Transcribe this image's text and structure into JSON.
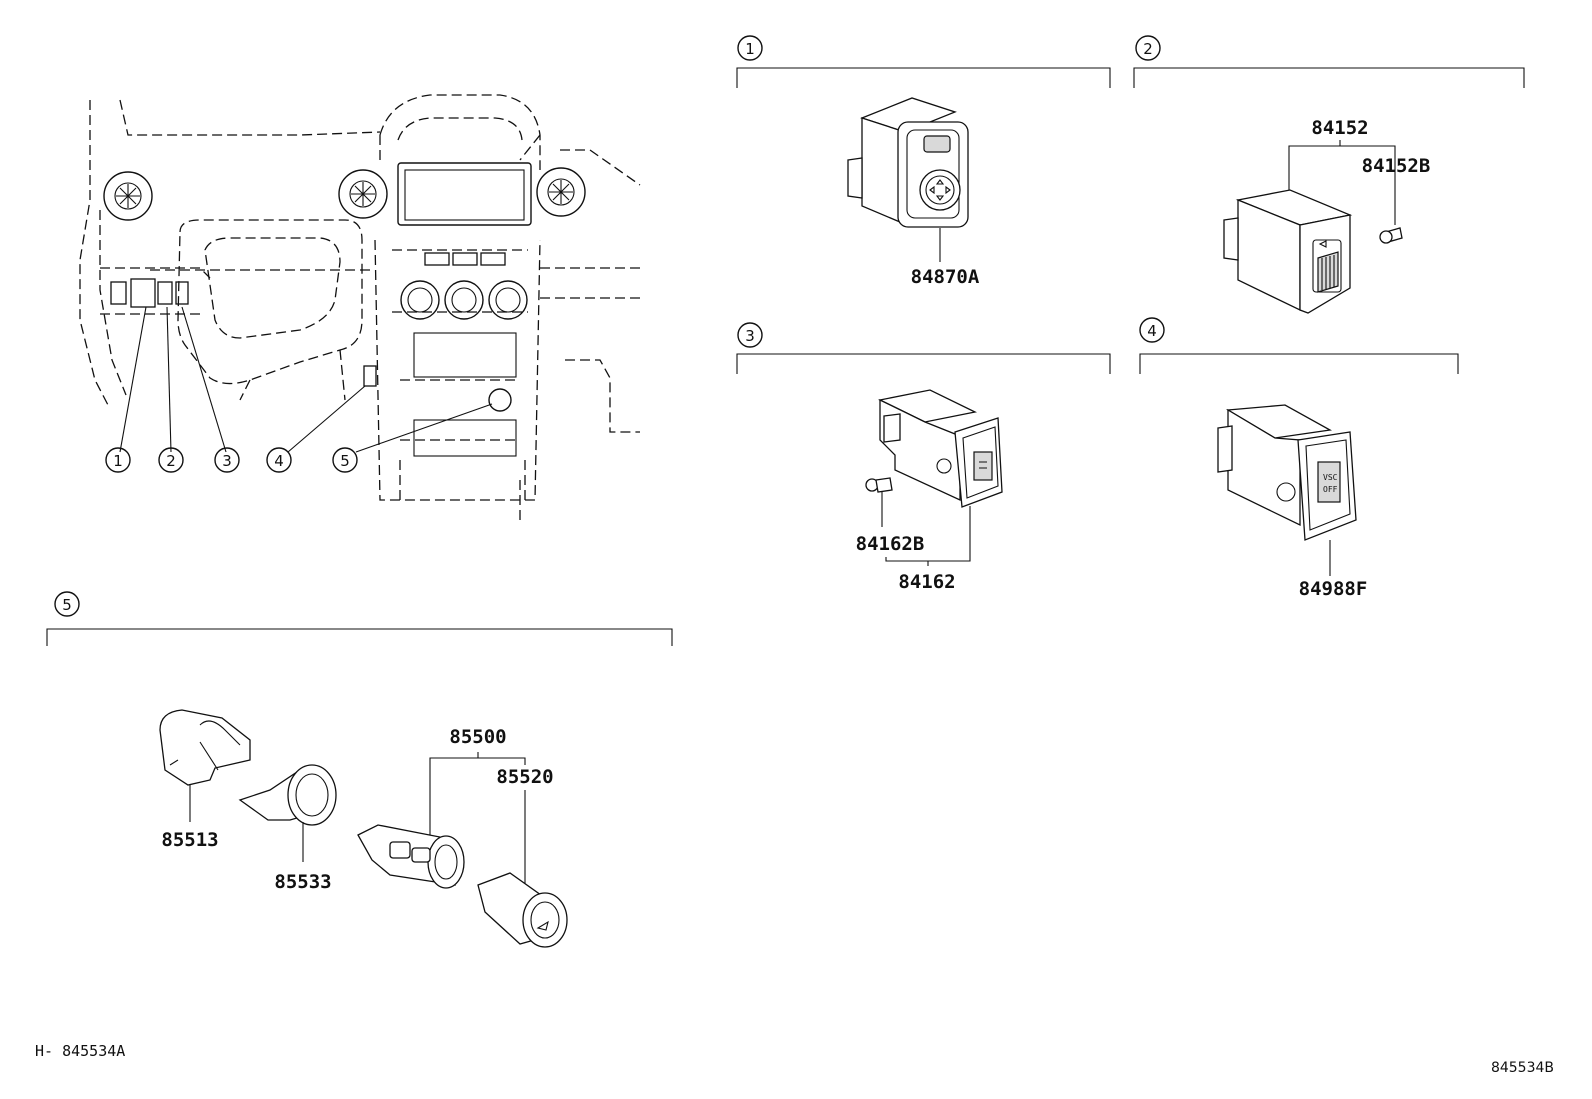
{
  "callouts": [
    "1",
    "2",
    "3",
    "4",
    "5"
  ],
  "parts": {
    "p84870A": "84870A",
    "p84152": "84152",
    "p84152B": "84152B",
    "p84162B": "84162B",
    "p84162": "84162",
    "p84988F": "84988F",
    "p85500": "85500",
    "p85520": "85520",
    "p85513": "85513",
    "p85533": "85533"
  },
  "footer": {
    "left_ref": "H- 845534A",
    "right_ref": "845534B"
  }
}
